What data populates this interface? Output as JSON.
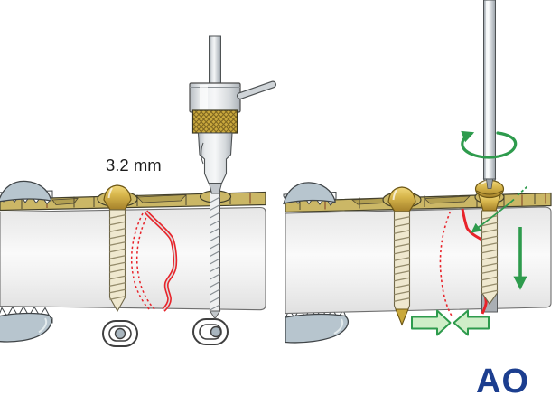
{
  "labels": {
    "drill_diameter": "3.2 mm"
  },
  "logo": {
    "text": "AO"
  },
  "icons": {
    "rotation_arrow": "rotation-arrow",
    "insertion_path_arrow": "screw-path-arrow",
    "down_arrow": "insertion-direction-arrow",
    "compression_arrow_left": "compression-arrow-left",
    "compression_arrow_right": "compression-arrow-right"
  },
  "colors": {
    "fracture_red": "#e8232a",
    "arrow_green": "#2e9b4d",
    "arrow_green_fill": "#cfeec8",
    "cortex_tan": "#cbb766",
    "cortex_dark": "#b3a052",
    "bone_light": "#efefef",
    "brass": "#c9a83c",
    "steel": "#c9ced3",
    "clamp_gray": "#b7c5ce",
    "screw_cream": "#efe8cf",
    "logo_blue": "#1c3e8f",
    "background": "#ffffff"
  }
}
